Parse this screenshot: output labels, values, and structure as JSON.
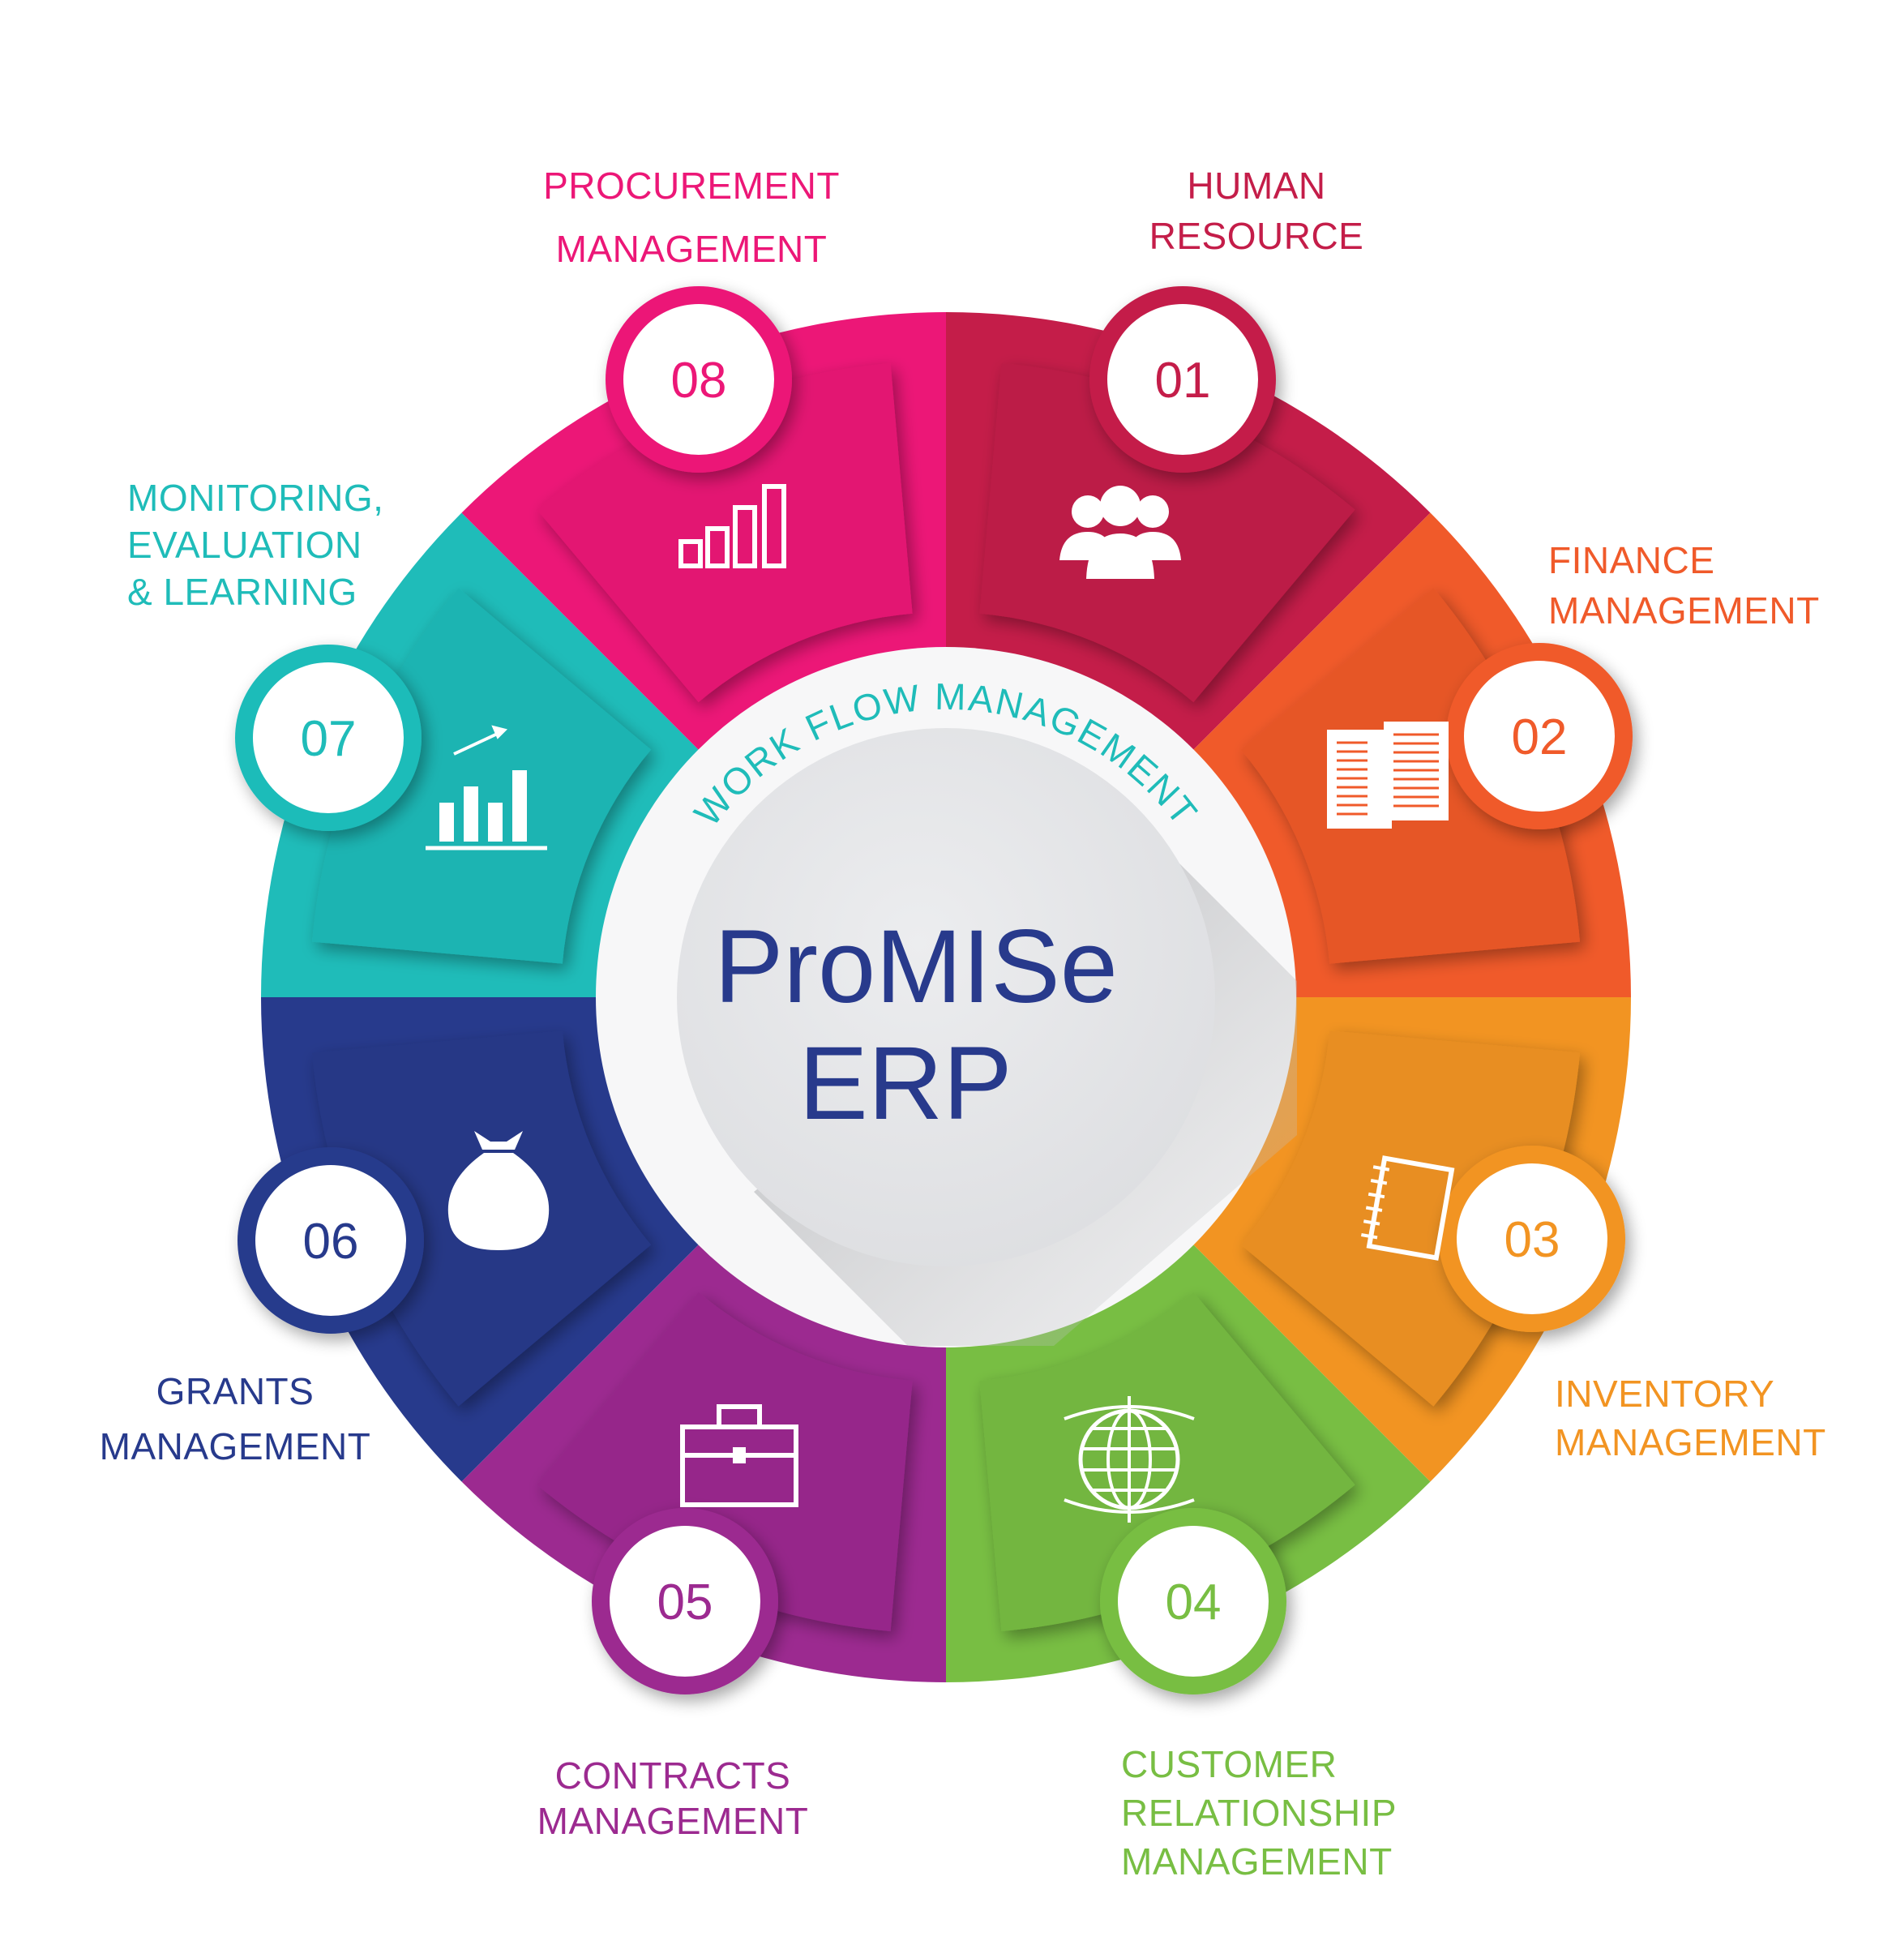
{
  "center": {
    "title_line1": "ProMISe",
    "title_line2": "ERP",
    "arc_text": "WORK FLOW MANAGEMENT",
    "title_color": "#283a8c",
    "arc_color": "#1fbcb9"
  },
  "modules": [
    {
      "number": "01",
      "label_lines": [
        "HUMAN",
        "RESOURCE"
      ],
      "color": "#c41d49",
      "icon": "people-icon"
    },
    {
      "number": "02",
      "label_lines": [
        "FINANCE",
        "MANAGEMENT"
      ],
      "color": "#f05a2a",
      "icon": "document-icon"
    },
    {
      "number": "03",
      "label_lines": [
        "INVENTORY",
        "MANAGEMENT"
      ],
      "color": "#f29422",
      "icon": "notebook-icon"
    },
    {
      "number": "04",
      "label_lines": [
        "CUSTOMER",
        "RELATIONSHIP",
        "MANAGEMENT"
      ],
      "color": "#78be43",
      "icon": "globe-icon"
    },
    {
      "number": "05",
      "label_lines": [
        "CONTRACTS",
        "MANAGEMENT"
      ],
      "color": "#9c2a90",
      "icon": "briefcase-icon"
    },
    {
      "number": "06",
      "label_lines": [
        "GRANTS",
        "MANAGEMENT"
      ],
      "color": "#273a8c",
      "icon": "money-bag-icon"
    },
    {
      "number": "07",
      "label_lines": [
        "MONITORING,",
        "EVALUATION",
        "& LEARNING"
      ],
      "color": "#1fbcb9",
      "icon": "growth-chart-icon"
    },
    {
      "number": "08",
      "label_lines": [
        "PROCUREMENT",
        "MANAGEMENT"
      ],
      "color": "#ec1777",
      "icon": "bar-chart-icon"
    }
  ]
}
